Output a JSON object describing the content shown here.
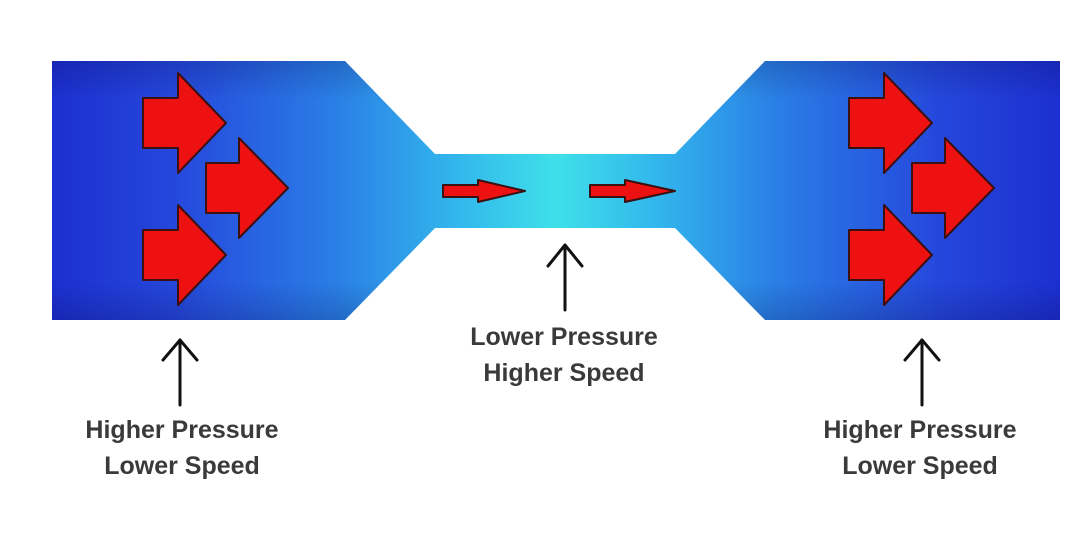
{
  "labels": {
    "left": {
      "line1": "Higher Pressure",
      "line2": "Lower Speed"
    },
    "center": {
      "line1": "Lower Pressure",
      "line2": "Higher Speed"
    },
    "right": {
      "line1": "Higher Pressure",
      "line2": "Lower Speed"
    }
  },
  "colors": {
    "tube_dark": "#1c2fd0",
    "tube_mid": "#2a7ee6",
    "throat_light": "#3fe0ea",
    "flow_arrow": "#ee1111",
    "flow_arrow_outline": "#3a1010",
    "pointer": "#111111",
    "text": "#3a3a3a"
  },
  "icons": {
    "flow": "right-arrow-icon",
    "pointer": "up-arrow-icon"
  }
}
